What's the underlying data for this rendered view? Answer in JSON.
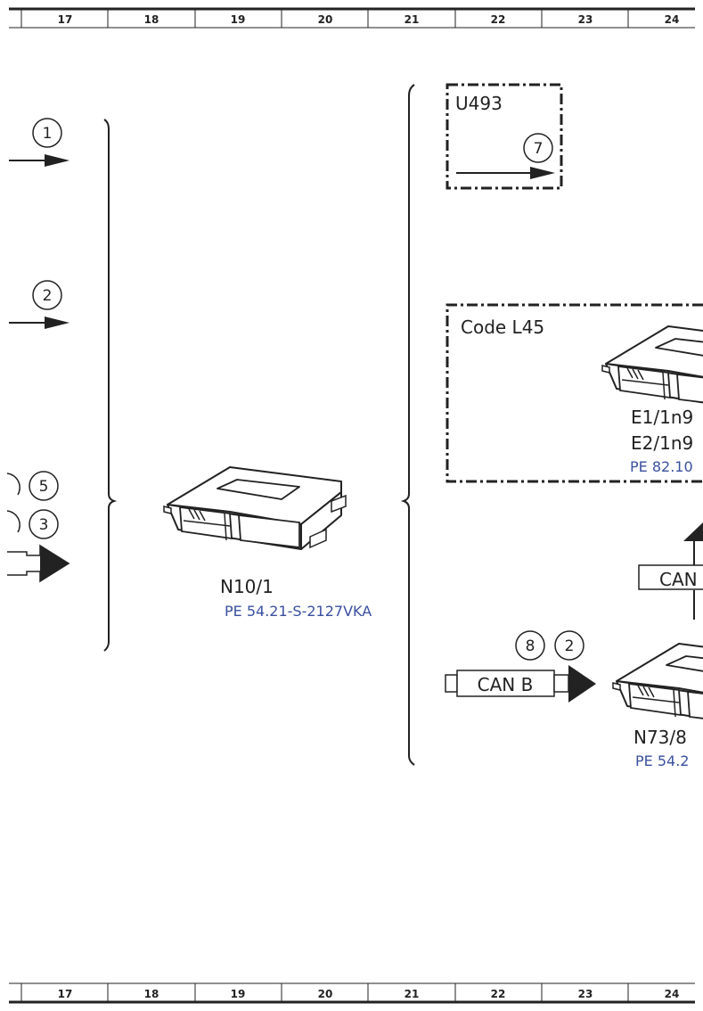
{
  "ruler": {
    "columns": [
      "17",
      "18",
      "19",
      "20",
      "21",
      "22",
      "23",
      "24"
    ]
  },
  "refs": {
    "r1": "1",
    "r2": "2",
    "r5": "5",
    "r3": "3",
    "r7": "7",
    "r8": "8",
    "r2b": "2"
  },
  "u493": {
    "label": "U493"
  },
  "code_l45": {
    "label": "Code L45",
    "line1": "E1/1n9",
    "line2": "E2/1n9",
    "ref": "PE 82.10"
  },
  "n10_1": {
    "label": "N10/1",
    "ref": "PE 54.21-S-2127VKA"
  },
  "n73_8": {
    "label": "N73/8",
    "ref": "PE 54.2"
  },
  "can_b": {
    "label": "CAN B"
  },
  "can_right": {
    "label": "CAN"
  },
  "colors": {
    "ref_text": "#3a50a0",
    "line": "#222222"
  }
}
